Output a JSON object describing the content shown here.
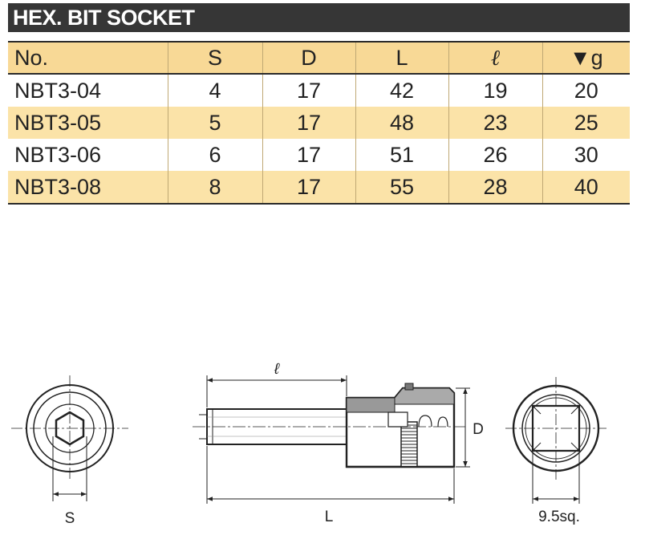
{
  "title": "HEX. BIT SOCKET",
  "table": {
    "headers": [
      "No.",
      "S",
      "D",
      "L",
      "ℓ",
      "▼g"
    ],
    "rows": [
      [
        "NBT3-04",
        "4",
        "17",
        "42",
        "19",
        "20"
      ],
      [
        "NBT3-05",
        "5",
        "17",
        "48",
        "23",
        "25"
      ],
      [
        "NBT3-06",
        "6",
        "17",
        "51",
        "26",
        "30"
      ],
      [
        "NBT3-08",
        "8",
        "17",
        "55",
        "28",
        "40"
      ]
    ]
  },
  "drawing": {
    "label_s": "S",
    "label_ell": "ℓ",
    "label_l": "L",
    "label_d": "D",
    "label_square": "9.5sq."
  },
  "colors": {
    "title_bg": "#363636",
    "header_bg": "#f8d996",
    "alt_row_bg": "#fbe3a8"
  }
}
